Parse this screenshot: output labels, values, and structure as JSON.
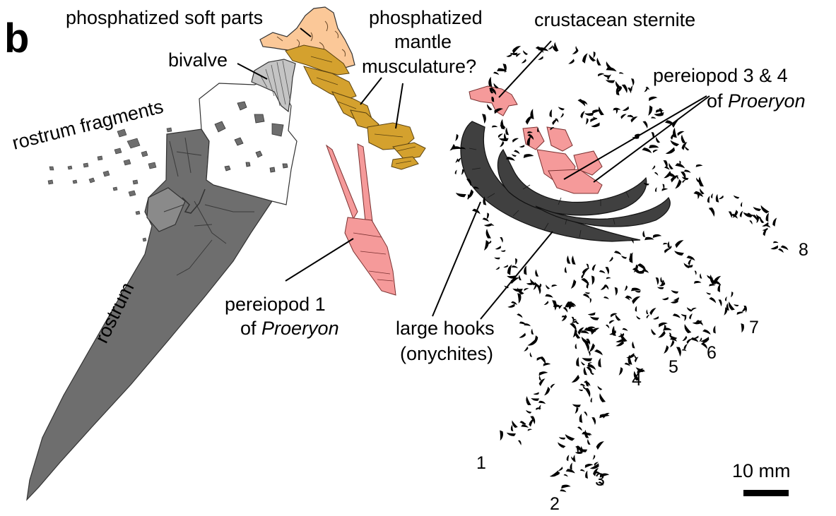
{
  "panel_letter": "b",
  "labels": {
    "soft_parts": "phosphatized soft parts",
    "mantle_1": "phosphatized",
    "mantle_2": "mantle",
    "mantle_3": "musculature?",
    "sternite": "crustacean sternite",
    "bivalve": "bivalve",
    "rostrum_fragments": "rostrum fragments",
    "pereiopod34_1": "pereiopod 3 & 4",
    "pereiopod34_of": "of ",
    "pereiopod34_genus": "Proeryon",
    "rostrum": "rostrum",
    "pereiopod1_1": "pereiopod 1",
    "pereiopod1_of": "of ",
    "pereiopod1_genus": "Proeryon",
    "hooks_1": "large hooks",
    "hooks_2": "(onychites)"
  },
  "arm_numbers": [
    "1",
    "2",
    "3",
    "4",
    "5",
    "6",
    "7",
    "8"
  ],
  "scale_bar": {
    "label": "10 mm",
    "length_mm": 10
  },
  "colors": {
    "rostrum": "#6e6e6e",
    "phragmocone": "#ffffff",
    "bivalve": "#c4c4c4",
    "soft_parts": "#fbc898",
    "mantle": "#d4a12e",
    "crustacean": "#f59a9a",
    "hooks": "#404040",
    "arm_hooks": "#000000"
  }
}
